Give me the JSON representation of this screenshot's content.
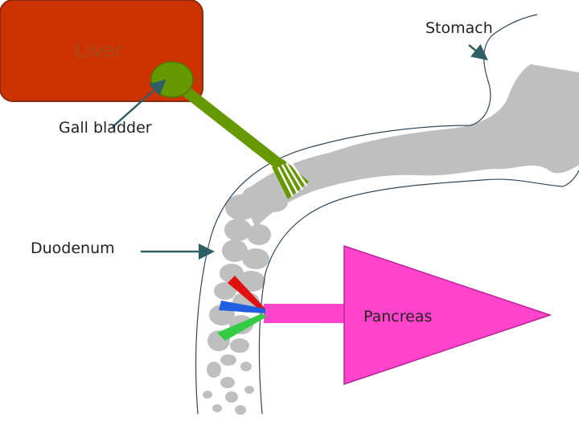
{
  "labels": {
    "liver": "Liver",
    "gall_bladder": "Gall bladder",
    "duodenum": "Duodenum",
    "stomach": "Stomach",
    "pancreas": "Pancreas"
  },
  "colors": {
    "liver_fill": "#cc3300",
    "liver_border": "#8a2b10",
    "liver_text": "#a84a1e",
    "gall_bladder": "#669900",
    "duct_fringe": "#ffffff",
    "pancreas": "#ff44cc",
    "pancreas_border": "#bb2299",
    "gut_contents": "#bfbfbf",
    "outline": "#304858",
    "arrow": "#2e5f66",
    "enzyme_red": "#e01010",
    "enzyme_blue": "#1f5fe0",
    "enzyme_green": "#33cc44"
  },
  "icons": {
    "arrows": [
      "gall-bladder-pointer-arrow",
      "duodenum-pointer-arrow",
      "stomach-pointer-arrow"
    ]
  }
}
